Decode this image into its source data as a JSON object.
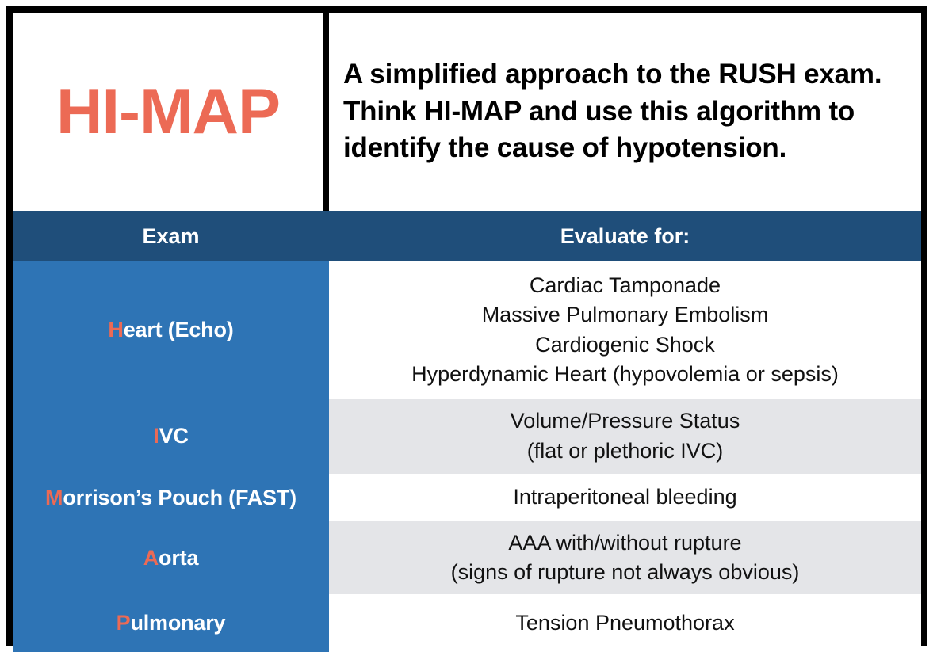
{
  "brand": {
    "name": "HI-MAP",
    "color": "#ec6a55"
  },
  "subtitle": "A simplified approach to the RUSH exam. Think HI-MAP and use this algorithm to identify the cause of hypotension.",
  "colors": {
    "accent_coral": "#ec6a55",
    "header_navy": "#1f4e7a",
    "column_blue": "#2e74b5",
    "row_shade_gray": "#e4e5e8",
    "row_shade_white": "#ffffff",
    "border_black": "#000000",
    "text_white": "#ffffff",
    "text_black": "#111111"
  },
  "table": {
    "headers": {
      "exam": "Exam",
      "evaluate": "Evaluate for:"
    },
    "rows": [
      {
        "key_letter": "H",
        "label_rest": "eart (Echo)",
        "label_full": "Heart (Echo)",
        "shade": "white",
        "evaluate": [
          "Cardiac Tamponade",
          "Massive Pulmonary Embolism",
          "Cardiogenic Shock",
          "Hyperdynamic Heart (hypovolemia or sepsis)"
        ]
      },
      {
        "key_letter": "I",
        "label_rest": "VC",
        "label_full": "IVC",
        "shade": "gray",
        "evaluate": [
          "Volume/Pressure Status",
          "(flat or plethoric IVC)"
        ]
      },
      {
        "key_letter": "M",
        "label_rest": "orrison’s Pouch (FAST)",
        "label_full": "Morrison’s Pouch (FAST)",
        "shade": "white",
        "evaluate": [
          "Intraperitoneal bleeding"
        ]
      },
      {
        "key_letter": "A",
        "label_rest": "orta",
        "label_full": "Aorta",
        "shade": "gray",
        "evaluate": [
          "AAA with/without rupture",
          "(signs of rupture not always obvious)"
        ]
      },
      {
        "key_letter": "P",
        "label_rest": "ulmonary",
        "label_full": "Pulmonary",
        "shade": "white",
        "evaluate": [
          "Tension Pneumothorax"
        ]
      }
    ]
  },
  "artifacts": {
    "top_marks": [
      "_",
      "_",
      "_"
    ]
  }
}
